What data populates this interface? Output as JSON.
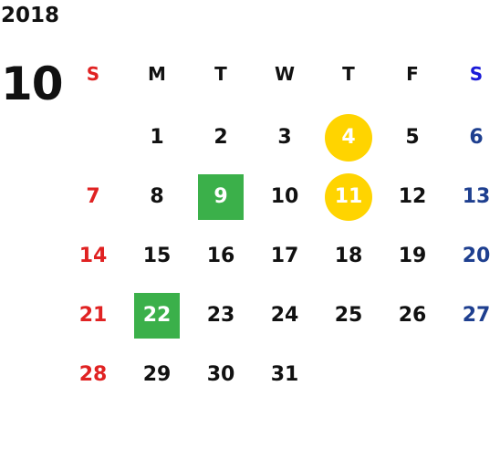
{
  "year": "2018",
  "month": "10",
  "colors": {
    "text": "#111111",
    "sunday": "#e02222",
    "saturday_header": "#1a1ad8",
    "saturday": "#1e3f8f",
    "highlight_yellow": "#ffd400",
    "highlight_green": "#3bb04a",
    "highlight_text": "#ffffff"
  },
  "weekdays": [
    {
      "label": "S",
      "kind": "sun"
    },
    {
      "label": "M",
      "kind": "weekday"
    },
    {
      "label": "T",
      "kind": "weekday"
    },
    {
      "label": "W",
      "kind": "weekday"
    },
    {
      "label": "T",
      "kind": "weekday"
    },
    {
      "label": "F",
      "kind": "weekday"
    },
    {
      "label": "S",
      "kind": "sat"
    }
  ],
  "weeks": [
    [
      null,
      "1",
      "2",
      "3",
      "4",
      "5",
      "6"
    ],
    [
      "7",
      "8",
      "9",
      "10",
      "11",
      "12",
      "13"
    ],
    [
      "14",
      "15",
      "16",
      "17",
      "18",
      "19",
      "20"
    ],
    [
      "21",
      "22",
      "23",
      "24",
      "25",
      "26",
      "27"
    ],
    [
      "28",
      "29",
      "30",
      "31",
      null,
      null,
      null
    ]
  ],
  "highlights": {
    "4": "yellow-circle",
    "11": "yellow-circle",
    "9": "green-square",
    "22": "green-square"
  }
}
